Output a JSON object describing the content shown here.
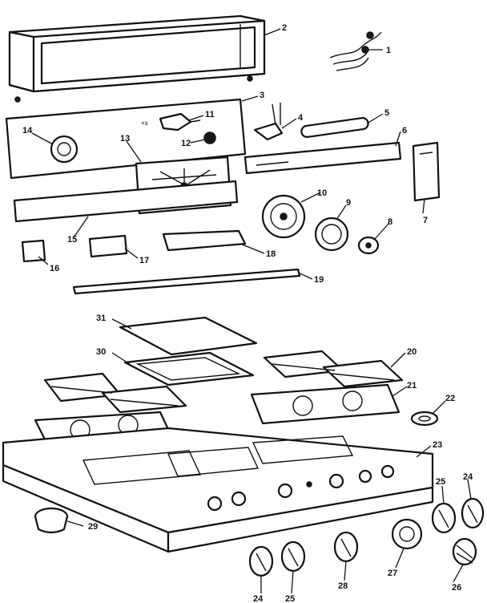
{
  "diagram": {
    "callouts": [
      "1",
      "2",
      "3",
      "4",
      "5",
      "6",
      "7",
      "8",
      "9",
      "10",
      "11",
      "12",
      "13",
      "14",
      "15",
      "16",
      "17",
      "18",
      "19",
      "20",
      "21",
      "22",
      "23",
      "24",
      "25",
      "26",
      "27",
      "28",
      "29",
      "30",
      "31"
    ],
    "small_marks": [
      "+s"
    ]
  },
  "colors": {
    "ink": "#111111",
    "paper": "#ffffff"
  }
}
